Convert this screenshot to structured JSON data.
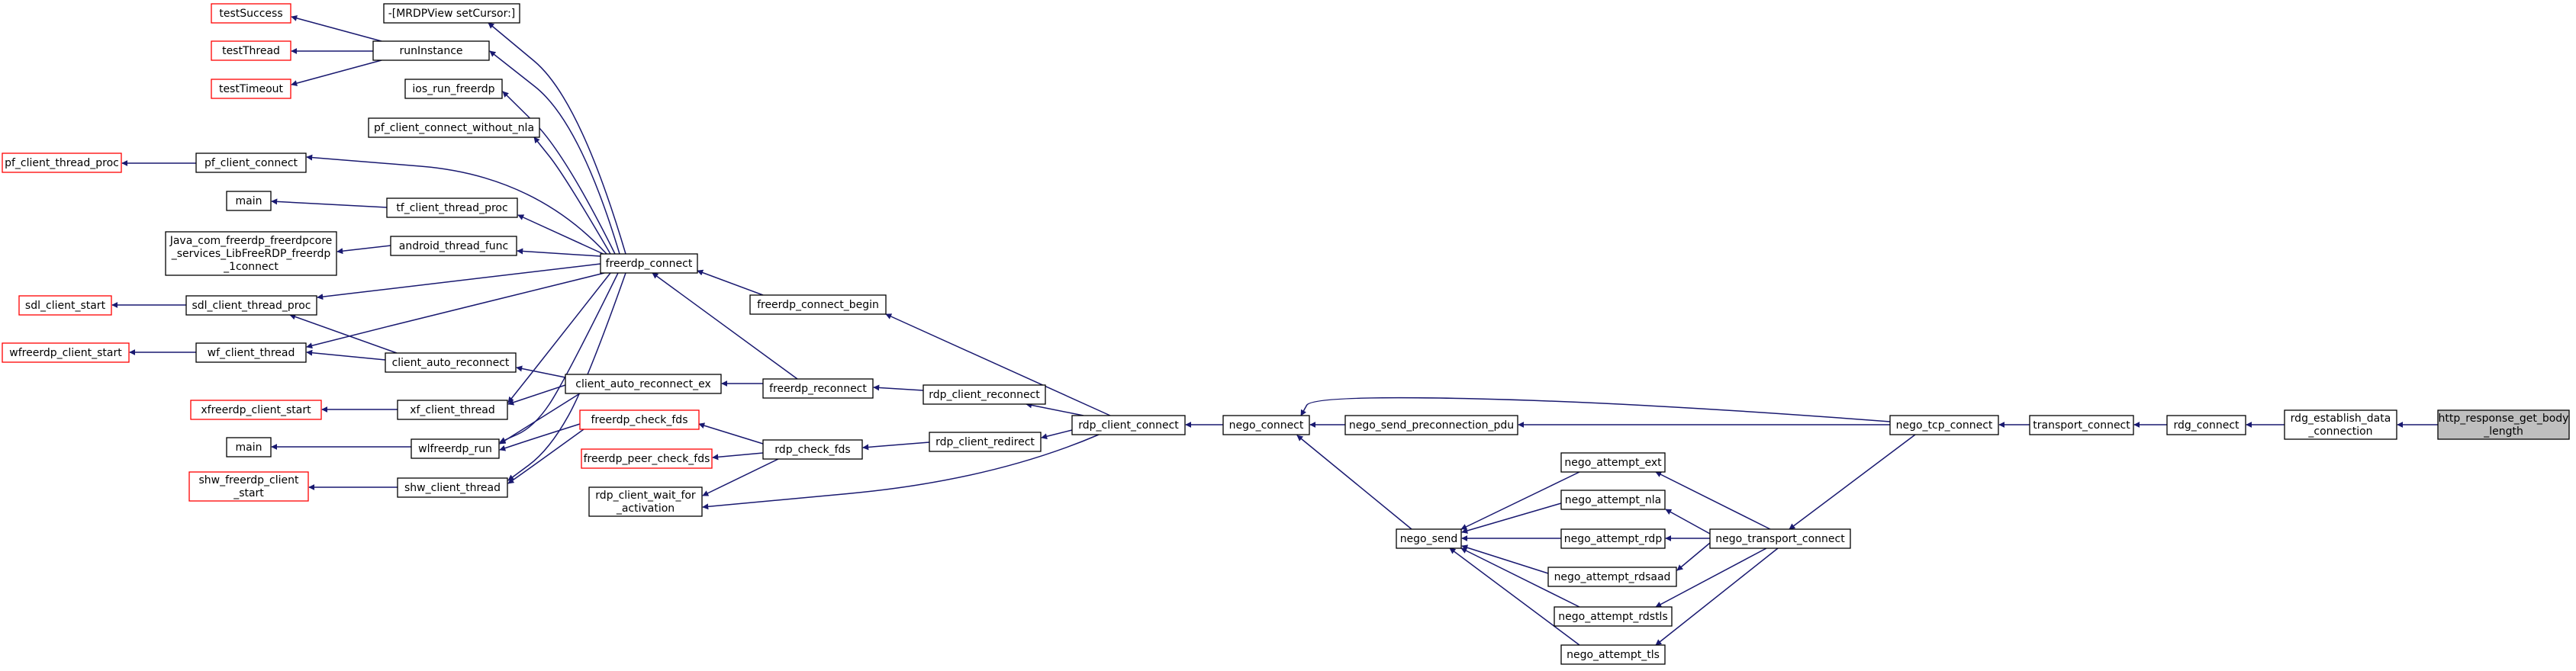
{
  "graph": {
    "colors": {
      "edge": "#191970",
      "node_border": "#000000",
      "external_border": "#ff0000",
      "current_fill": "#bfbfbf"
    },
    "nodes": [
      {
        "id": "testSuccess",
        "lines": [
          "testSuccess"
        ],
        "style": "red"
      },
      {
        "id": "mrdpview",
        "lines": [
          "-[MRDPView setCursor:]"
        ],
        "style": "normal"
      },
      {
        "id": "runInstance",
        "lines": [
          "runInstance"
        ],
        "style": "normal"
      },
      {
        "id": "testThread",
        "lines": [
          "testThread"
        ],
        "style": "red"
      },
      {
        "id": "testTimeout",
        "lines": [
          "testTimeout"
        ],
        "style": "red"
      },
      {
        "id": "ios_run_freerdp",
        "lines": [
          "ios_run_freerdp"
        ],
        "style": "normal"
      },
      {
        "id": "pf_client_connect_without_nla",
        "lines": [
          "pf_client_connect_without_nla"
        ],
        "style": "normal"
      },
      {
        "id": "pf_client_thread_proc",
        "lines": [
          "pf_client_thread_proc"
        ],
        "style": "red"
      },
      {
        "id": "pf_client_connect",
        "lines": [
          "pf_client_connect"
        ],
        "style": "normal"
      },
      {
        "id": "main1",
        "lines": [
          "main"
        ],
        "style": "normal"
      },
      {
        "id": "tf_client_thread_proc",
        "lines": [
          "tf_client_thread_proc"
        ],
        "style": "normal"
      },
      {
        "id": "java",
        "lines": [
          "Java_com_freerdp_freerdpcore",
          "_services_LibFreeRDP_freerdp",
          "_1connect"
        ],
        "style": "normal"
      },
      {
        "id": "android_thread_func",
        "lines": [
          "android_thread_func"
        ],
        "style": "normal"
      },
      {
        "id": "freerdp_connect",
        "lines": [
          "freerdp_connect"
        ],
        "style": "normal"
      },
      {
        "id": "sdl_client_start",
        "lines": [
          "sdl_client_start"
        ],
        "style": "red"
      },
      {
        "id": "sdl_client_thread_proc",
        "lines": [
          "sdl_client_thread_proc"
        ],
        "style": "normal"
      },
      {
        "id": "freerdp_connect_begin",
        "lines": [
          "freerdp_connect_begin"
        ],
        "style": "normal"
      },
      {
        "id": "wfreerdp_client_start",
        "lines": [
          "wfreerdp_client_start"
        ],
        "style": "red"
      },
      {
        "id": "wf_client_thread",
        "lines": [
          "wf_client_thread"
        ],
        "style": "normal"
      },
      {
        "id": "client_auto_reconnect",
        "lines": [
          "client_auto_reconnect"
        ],
        "style": "normal"
      },
      {
        "id": "client_auto_reconnect_ex",
        "lines": [
          "client_auto_reconnect_ex"
        ],
        "style": "normal"
      },
      {
        "id": "freerdp_reconnect",
        "lines": [
          "freerdp_reconnect"
        ],
        "style": "normal"
      },
      {
        "id": "rdp_client_reconnect",
        "lines": [
          "rdp_client_reconnect"
        ],
        "style": "normal"
      },
      {
        "id": "xfreerdp_client_start",
        "lines": [
          "xfreerdp_client_start"
        ],
        "style": "red"
      },
      {
        "id": "xf_client_thread",
        "lines": [
          "xf_client_thread"
        ],
        "style": "normal"
      },
      {
        "id": "freerdp_check_fds",
        "lines": [
          "freerdp_check_fds"
        ],
        "style": "red"
      },
      {
        "id": "main2",
        "lines": [
          "main"
        ],
        "style": "normal"
      },
      {
        "id": "wlfreerdp_run",
        "lines": [
          "wlfreerdp_run"
        ],
        "style": "normal"
      },
      {
        "id": "freerdp_peer_check_fds",
        "lines": [
          "freerdp_peer_check_fds"
        ],
        "style": "red"
      },
      {
        "id": "rdp_check_fds",
        "lines": [
          "rdp_check_fds"
        ],
        "style": "normal"
      },
      {
        "id": "rdp_client_redirect",
        "lines": [
          "rdp_client_redirect"
        ],
        "style": "normal"
      },
      {
        "id": "rdp_client_connect",
        "lines": [
          "rdp_client_connect"
        ],
        "style": "normal"
      },
      {
        "id": "nego_connect",
        "lines": [
          "nego_connect"
        ],
        "style": "normal"
      },
      {
        "id": "nego_send_preconnection_pdu",
        "lines": [
          "nego_send_preconnection_pdu"
        ],
        "style": "normal"
      },
      {
        "id": "nego_tcp_connect",
        "lines": [
          "nego_tcp_connect"
        ],
        "style": "normal"
      },
      {
        "id": "transport_connect",
        "lines": [
          "transport_connect"
        ],
        "style": "normal"
      },
      {
        "id": "rdg_connect",
        "lines": [
          "rdg_connect"
        ],
        "style": "normal"
      },
      {
        "id": "rdg_establish_data_connection",
        "lines": [
          "rdg_establish_data",
          "_connection"
        ],
        "style": "normal"
      },
      {
        "id": "http_response_get_body_length",
        "lines": [
          "http_response_get_body",
          "_length"
        ],
        "style": "current"
      },
      {
        "id": "shw_freerdp_client_start",
        "lines": [
          "shw_freerdp_client",
          "_start"
        ],
        "style": "red"
      },
      {
        "id": "shw_client_thread",
        "lines": [
          "shw_client_thread"
        ],
        "style": "normal"
      },
      {
        "id": "rdp_client_wait_for_activation",
        "lines": [
          "rdp_client_wait_for",
          "_activation"
        ],
        "style": "normal"
      },
      {
        "id": "nego_attempt_ext",
        "lines": [
          "nego_attempt_ext"
        ],
        "style": "normal"
      },
      {
        "id": "nego_attempt_nla",
        "lines": [
          "nego_attempt_nla"
        ],
        "style": "normal"
      },
      {
        "id": "nego_send",
        "lines": [
          "nego_send"
        ],
        "style": "normal"
      },
      {
        "id": "nego_attempt_rdp",
        "lines": [
          "nego_attempt_rdp"
        ],
        "style": "normal"
      },
      {
        "id": "nego_transport_connect",
        "lines": [
          "nego_transport_connect"
        ],
        "style": "normal"
      },
      {
        "id": "nego_attempt_rdsaad",
        "lines": [
          "nego_attempt_rdsaad"
        ],
        "style": "normal"
      },
      {
        "id": "nego_attempt_rdstls",
        "lines": [
          "nego_attempt_rdstls"
        ],
        "style": "normal"
      },
      {
        "id": "nego_attempt_tls",
        "lines": [
          "nego_attempt_tls"
        ],
        "style": "normal"
      }
    ],
    "edges": [
      {
        "from": "http_response_get_body_length",
        "to": "rdg_establish_data_connection"
      },
      {
        "from": "rdg_establish_data_connection",
        "to": "rdg_connect"
      },
      {
        "from": "rdg_connect",
        "to": "transport_connect"
      },
      {
        "from": "transport_connect",
        "to": "nego_tcp_connect"
      },
      {
        "from": "nego_tcp_connect",
        "to": "nego_connect"
      },
      {
        "from": "nego_tcp_connect",
        "to": "nego_send_preconnection_pdu"
      },
      {
        "from": "nego_tcp_connect",
        "to": "nego_transport_connect"
      },
      {
        "from": "nego_send_preconnection_pdu",
        "to": "nego_connect"
      },
      {
        "from": "nego_connect",
        "to": "rdp_client_connect"
      },
      {
        "from": "nego_send",
        "to": "nego_connect"
      },
      {
        "from": "nego_transport_connect",
        "to": "nego_attempt_ext"
      },
      {
        "from": "nego_transport_connect",
        "to": "nego_attempt_nla"
      },
      {
        "from": "nego_transport_connect",
        "to": "nego_attempt_rdp"
      },
      {
        "from": "nego_transport_connect",
        "to": "nego_attempt_rdsaad"
      },
      {
        "from": "nego_transport_connect",
        "to": "nego_attempt_rdstls"
      },
      {
        "from": "nego_transport_connect",
        "to": "nego_attempt_tls"
      },
      {
        "from": "nego_attempt_ext",
        "to": "nego_send"
      },
      {
        "from": "nego_attempt_nla",
        "to": "nego_send"
      },
      {
        "from": "nego_attempt_rdp",
        "to": "nego_send"
      },
      {
        "from": "nego_attempt_rdsaad",
        "to": "nego_send"
      },
      {
        "from": "nego_attempt_rdstls",
        "to": "nego_send"
      },
      {
        "from": "nego_attempt_tls",
        "to": "nego_send"
      },
      {
        "from": "rdp_client_connect",
        "to": "freerdp_connect_begin"
      },
      {
        "from": "rdp_client_connect",
        "to": "rdp_client_reconnect"
      },
      {
        "from": "rdp_client_connect",
        "to": "rdp_client_redirect"
      },
      {
        "from": "rdp_client_connect",
        "to": "rdp_client_wait_for_activation"
      },
      {
        "from": "rdp_client_redirect",
        "to": "rdp_check_fds"
      },
      {
        "from": "rdp_client_reconnect",
        "to": "freerdp_reconnect"
      },
      {
        "from": "freerdp_connect_begin",
        "to": "freerdp_connect"
      },
      {
        "from": "freerdp_reconnect",
        "to": "freerdp_connect"
      },
      {
        "from": "freerdp_reconnect",
        "to": "client_auto_reconnect_ex"
      },
      {
        "from": "rdp_check_fds",
        "to": "freerdp_check_fds"
      },
      {
        "from": "rdp_check_fds",
        "to": "freerdp_peer_check_fds"
      },
      {
        "from": "rdp_check_fds",
        "to": "rdp_client_wait_for_activation"
      },
      {
        "from": "client_auto_reconnect_ex",
        "to": "client_auto_reconnect"
      },
      {
        "from": "client_auto_reconnect_ex",
        "to": "xf_client_thread"
      },
      {
        "from": "client_auto_reconnect_ex",
        "to": "wlfreerdp_run"
      },
      {
        "from": "client_auto_reconnect",
        "to": "wf_client_thread"
      },
      {
        "from": "client_auto_reconnect",
        "to": "sdl_client_thread_proc"
      },
      {
        "from": "freerdp_check_fds",
        "to": "wlfreerdp_run"
      },
      {
        "from": "freerdp_check_fds",
        "to": "shw_client_thread"
      },
      {
        "from": "freerdp_connect",
        "to": "mrdpview"
      },
      {
        "from": "freerdp_connect",
        "to": "runInstance"
      },
      {
        "from": "freerdp_connect",
        "to": "ios_run_freerdp"
      },
      {
        "from": "freerdp_connect",
        "to": "pf_client_connect_without_nla"
      },
      {
        "from": "freerdp_connect",
        "to": "pf_client_connect"
      },
      {
        "from": "freerdp_connect",
        "to": "tf_client_thread_proc"
      },
      {
        "from": "freerdp_connect",
        "to": "android_thread_func"
      },
      {
        "from": "freerdp_connect",
        "to": "sdl_client_thread_proc"
      },
      {
        "from": "freerdp_connect",
        "to": "wf_client_thread"
      },
      {
        "from": "freerdp_connect",
        "to": "xf_client_thread"
      },
      {
        "from": "freerdp_connect",
        "to": "wlfreerdp_run"
      },
      {
        "from": "freerdp_connect",
        "to": "shw_client_thread"
      },
      {
        "from": "runInstance",
        "to": "testSuccess"
      },
      {
        "from": "runInstance",
        "to": "testThread"
      },
      {
        "from": "runInstance",
        "to": "testTimeout"
      },
      {
        "from": "pf_client_connect",
        "to": "pf_client_thread_proc"
      },
      {
        "from": "tf_client_thread_proc",
        "to": "main1"
      },
      {
        "from": "android_thread_func",
        "to": "java"
      },
      {
        "from": "sdl_client_thread_proc",
        "to": "sdl_client_start"
      },
      {
        "from": "wf_client_thread",
        "to": "wfreerdp_client_start"
      },
      {
        "from": "xf_client_thread",
        "to": "xfreerdp_client_start"
      },
      {
        "from": "wlfreerdp_run",
        "to": "main2"
      },
      {
        "from": "shw_client_thread",
        "to": "shw_freerdp_client_start"
      }
    ]
  }
}
